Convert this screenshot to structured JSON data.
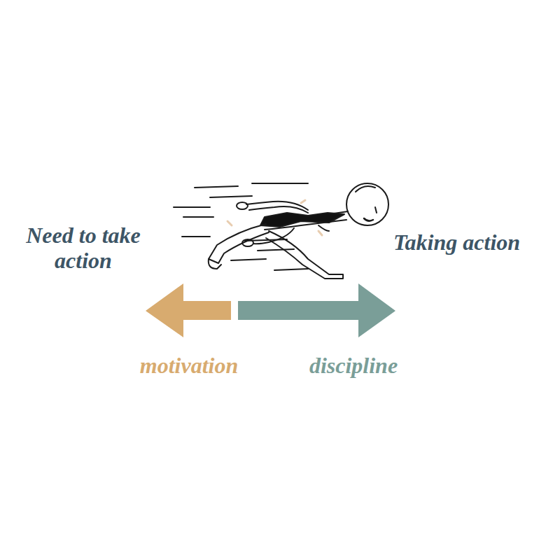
{
  "diagram": {
    "labels": [
      "Need to take action",
      "Taking action",
      "motivation",
      "discipline"
    ]
  }
}
